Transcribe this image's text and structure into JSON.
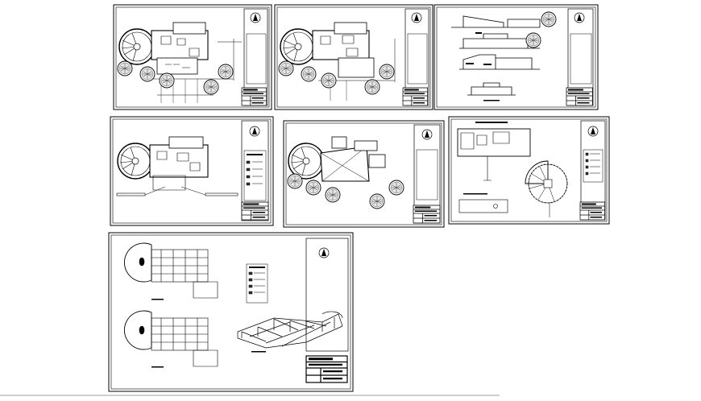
{
  "sheets": [
    {
      "id": "sheet-1",
      "title_block_lines": 3
    },
    {
      "id": "sheet-2",
      "title_block_lines": 3
    },
    {
      "id": "sheet-3",
      "title_block_lines": 3
    },
    {
      "id": "sheet-4",
      "title_block_lines": 3
    },
    {
      "id": "sheet-5",
      "title_block_lines": 3
    },
    {
      "id": "sheet-6",
      "title_block_lines": 3
    },
    {
      "id": "sheet-7",
      "title_block_lines": 3
    }
  ],
  "colors": {
    "line": "#000000",
    "paper": "#ffffff",
    "footer": "#cfcfcf"
  },
  "icons": [
    "north-arrow-icon",
    "tree-symbol-icon"
  ]
}
